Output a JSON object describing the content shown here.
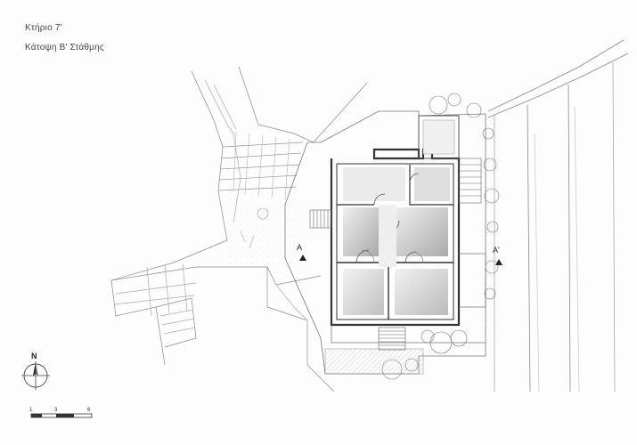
{
  "sheet": {
    "title": "Κτήριο 7'",
    "subtitle": "Κάτοψη Β' Στάθμης"
  },
  "labels": {
    "section_left": "A",
    "section_right": "A'",
    "north": "N"
  },
  "scale_bar": {
    "ticks": [
      "1",
      "3",
      "6"
    ]
  },
  "icons": [
    "north-arrow-icon",
    "section-marker-icon",
    "scale-bar-icon"
  ],
  "colors": {
    "paper": "#fdfdfd",
    "pencil": "#555555",
    "pencil_light": "#aaaaaa",
    "shade": "#9a9a9a"
  }
}
